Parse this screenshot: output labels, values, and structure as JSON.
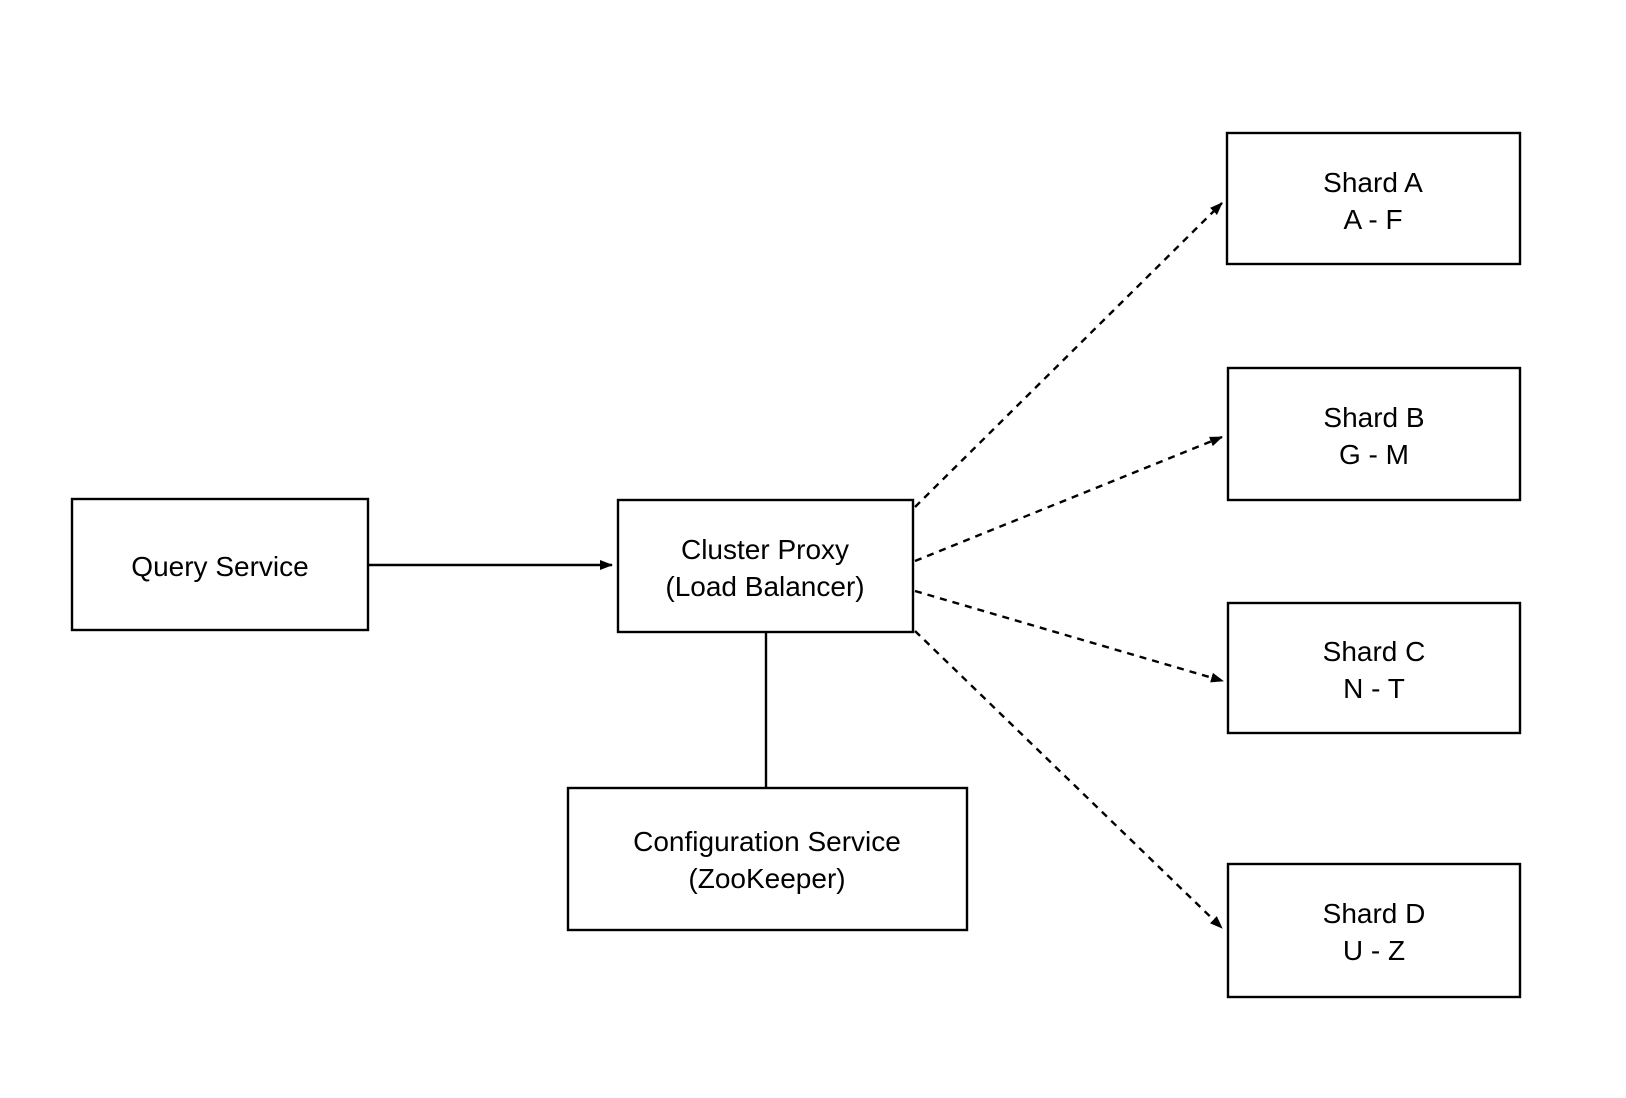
{
  "diagram": {
    "nodes": {
      "query_service": {
        "label": "Query Service"
      },
      "cluster_proxy": {
        "line1": "Cluster Proxy",
        "line2": "(Load Balancer)"
      },
      "config_service": {
        "line1": "Configuration Service",
        "line2": "(ZooKeeper)"
      },
      "shard_a": {
        "line1": "Shard A",
        "line2": "A - F"
      },
      "shard_b": {
        "line1": "Shard B",
        "line2": "G - M"
      },
      "shard_c": {
        "line1": "Shard C",
        "line2": "N - T"
      },
      "shard_d": {
        "line1": "Shard D",
        "line2": "U - Z"
      }
    },
    "edges": [
      {
        "from": "query_service",
        "to": "cluster_proxy",
        "style": "solid-arrow"
      },
      {
        "from": "cluster_proxy",
        "to": "config_service",
        "style": "solid-line"
      },
      {
        "from": "cluster_proxy",
        "to": "shard_a",
        "style": "dotted-arrow"
      },
      {
        "from": "cluster_proxy",
        "to": "shard_b",
        "style": "dotted-arrow"
      },
      {
        "from": "cluster_proxy",
        "to": "shard_c",
        "style": "dotted-arrow"
      },
      {
        "from": "cluster_proxy",
        "to": "shard_d",
        "style": "dotted-arrow"
      }
    ],
    "colors": {
      "background": "#ffffff",
      "stroke": "#000000",
      "text": "#000000"
    }
  }
}
